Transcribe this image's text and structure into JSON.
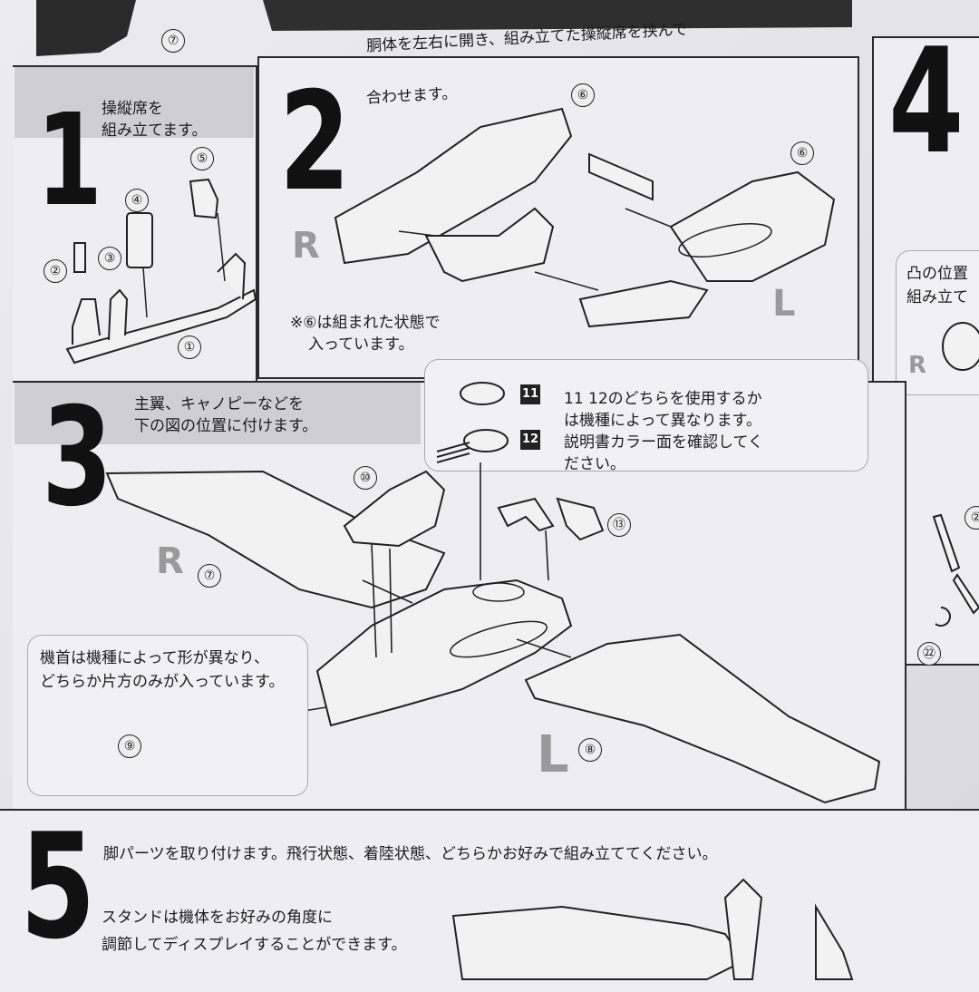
{
  "top": {
    "ref7": "⑦"
  },
  "step1": {
    "number": "1",
    "text_lines": [
      "操縦席を",
      "組み立てます。"
    ],
    "parts": [
      "①",
      "②",
      "③",
      "④",
      "⑤"
    ]
  },
  "step2": {
    "number": "2",
    "text_lines": [
      "胴体を左右に開き、組み立てた操縦席を挟んで",
      "合わせます。"
    ],
    "parts": [
      "⑥",
      "⑥"
    ],
    "side_r": "R",
    "side_l": "L",
    "note_lines": [
      "※⑥は組まれた状態で",
      "入っています。"
    ]
  },
  "step3": {
    "number": "3",
    "text_lines": [
      "主翼、キャノピーなどを",
      "下の図の位置に付けます。"
    ],
    "note_lines": [
      "11 12のどちらを使用するか",
      "は機種によって異なります。",
      "説明書カラー面を確認してく",
      "ださい。"
    ],
    "sq11": "11",
    "sq12": "12",
    "parts": [
      "⑩",
      "⑬",
      "⑦",
      "⑧",
      "⑨"
    ],
    "side_r": "R",
    "side_l": "L",
    "nose_note_lines": [
      "機首は機種によって形が異なり、",
      "どちらか片方のみが入っています。"
    ]
  },
  "step4": {
    "number": "4",
    "text_lines": [
      "凸の位置",
      "組み立て"
    ],
    "side_r": "R",
    "parts": [
      "②",
      "㉒"
    ]
  },
  "step5": {
    "number": "5",
    "text_line": "脚パーツを取り付けます。飛行状態、着陸状態、どちらかお好みで組み立ててください。",
    "stand_lines": [
      "スタンドは機体をお好みの角度に",
      "調節してディスプレイすることができます。"
    ]
  }
}
